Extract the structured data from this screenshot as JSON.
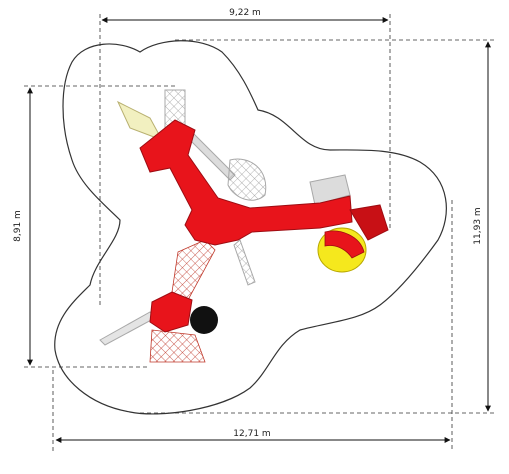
{
  "dimensions": {
    "top_width": "9,22 m",
    "bottom_width": "12,71 m",
    "left_height": "8,91 m",
    "right_height": "11,93 m"
  },
  "colors": {
    "slide_red": "#e8141b",
    "slide_dark_red": "#9e0c12",
    "tube_yellow": "#f5e81d",
    "frame_grey": "#c9c9c9",
    "net_red": "#c0392b",
    "outline": "#333333"
  },
  "icons": [
    "safety-zone-outline",
    "slide-structure",
    "climbing-net",
    "spiral-tube-slide"
  ]
}
